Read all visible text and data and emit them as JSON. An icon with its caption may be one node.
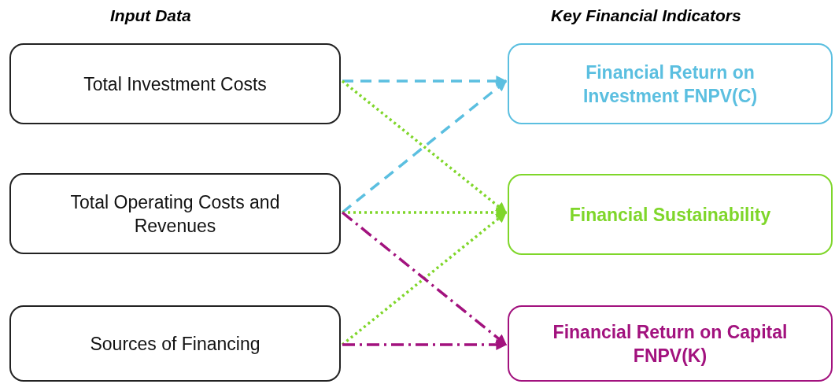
{
  "diagram": {
    "nodes": [
      {
        "text": [
          "Total Investment Costs"
        ]
      },
      {
        "text": [
          "Total Operating Costs and Revenues"
        ]
      },
      {
        "text": [
          "Sources of Financing"
        ]
      },
      {
        "text": [
          "Financial Return on Investment FNPV(C)"
        ]
      },
      {
        "text": [
          "Financial Sustainability"
        ]
      },
      {
        "text": [
          "Financial Return on Capital FNPV(K)"
        ]
      }
    ],
    "edges": [
      {
        "from": 0,
        "to": 3,
        "arrow": "to",
        "style": "dashed",
        "color": "#5bbfe0"
      },
      {
        "from": 1,
        "to": 3,
        "arrow": "to",
        "style": "dashed",
        "color": "#5bbfe0"
      },
      {
        "from": 0,
        "to": 4,
        "arrow": "to",
        "style": "dashed",
        "color": "#7fd62a"
      },
      {
        "from": 1,
        "to": 4,
        "arrow": "to",
        "style": "dashed",
        "color": "#7fd62a"
      },
      {
        "from": 2,
        "to": 4,
        "arrow": "to",
        "style": "dashed",
        "color": "#7fd62a"
      },
      {
        "from": 1,
        "to": 5,
        "arrow": "to",
        "style": "dashed",
        "color": "#a2127e"
      },
      {
        "from": 2,
        "to": 5,
        "arrow": "to",
        "style": "dashed",
        "color": "#a2127e"
      }
    ],
    "labels": [
      "Input Data",
      "Key Financial Indicators"
    ]
  }
}
